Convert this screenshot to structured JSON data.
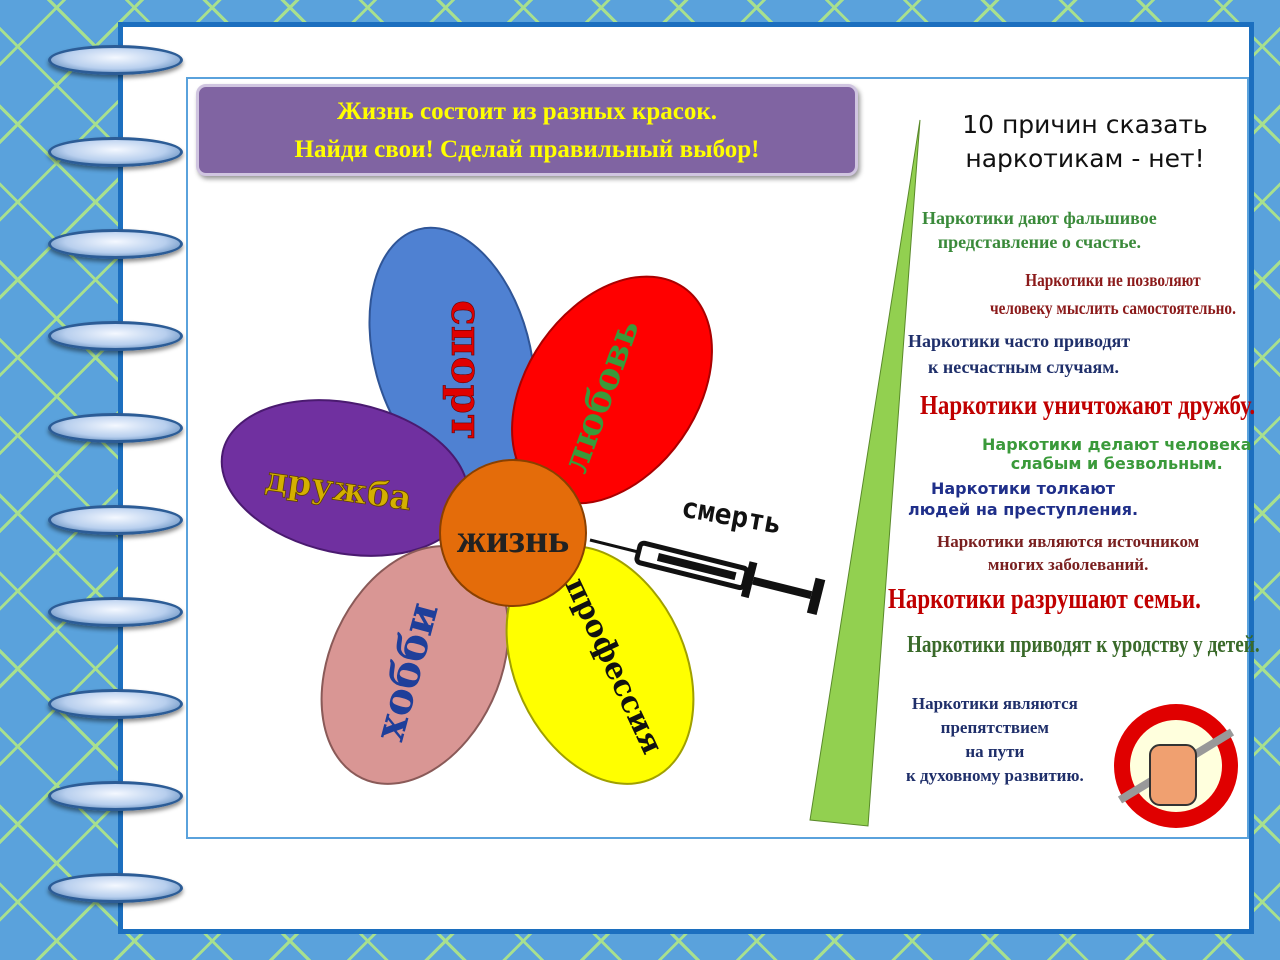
{
  "banner": {
    "line1": "Жизнь состоит из разных красок.",
    "line2": "Найди свои! Сделай правильный выбор!"
  },
  "flower": {
    "center": "жизнь",
    "petals": [
      "спорт",
      "любовь",
      "дружба",
      "хобби",
      "профессия"
    ],
    "death_label": "смерть"
  },
  "reasons": {
    "title_line1": "10 причин сказать",
    "title_line2": "наркотикам - нет!",
    "items": [
      [
        "Наркотики дают фальшивое",
        "представление о счастье."
      ],
      [
        "Наркотики не позволяют",
        "человеку мыслить самостоятельно."
      ],
      [
        "Наркотики часто приводят",
        "к несчастным случаям."
      ],
      [
        "Наркотики уничтожают дружбу."
      ],
      [
        "Наркотики делают человека",
        "слабым и безвольным."
      ],
      [
        "Наркотики толкают",
        "людей на преступления."
      ],
      [
        "Наркотики являются источником",
        "многих заболеваний."
      ],
      [
        "Наркотики разрушают семьи."
      ],
      [
        "Наркотики приводят к уродству у детей."
      ],
      [
        "Наркотики являются",
        "препятствием",
        "на пути",
        "к духовному развитию."
      ]
    ]
  },
  "colors": {
    "sport": "#4f81d2",
    "love": "#ff0000",
    "friendship": "#7030a0",
    "hobby": "#d99694",
    "profession": "#ffff00",
    "center": "#e46c0a"
  }
}
